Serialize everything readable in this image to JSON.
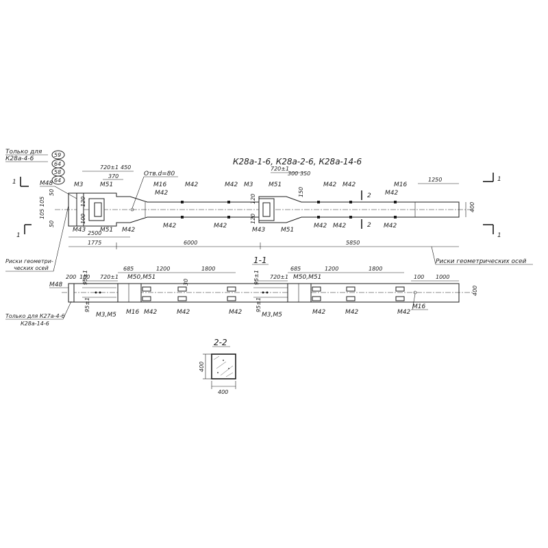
{
  "title": "К28а-1-6, К28а-2-6, К28а-14-6",
  "note_top_left": [
    "Только для",
    "К28а-4-6"
  ],
  "circled_numbers": [
    "59",
    "64",
    "58",
    "64"
  ],
  "section_mark": "1",
  "section_mark_2": "2",
  "section_11_title": "1-1",
  "section_22_title": "2-2",
  "hole_note": "Отв.d=80",
  "note_geom_axes_left": [
    "Риски геометри-",
    "ческих осей"
  ],
  "note_geom_axes_right": "Риски геометрических осей",
  "note_only_bottom": [
    "Только для К27а-4-6",
    "К28а-14-6"
  ],
  "marks": {
    "m48": "М48",
    "m3": "М3",
    "m51": "М51",
    "m16": "М16",
    "m42": "М42",
    "m43": "М43",
    "m50m51": "М50,М51",
    "m3m5": "М3,М5"
  },
  "plan_dims": {
    "d720": "720±1",
    "d450": "450",
    "d370": "370",
    "d300": "300",
    "d350": "350",
    "d1250": "1250",
    "d400": "400",
    "d2500": "2500",
    "d1775": "1775",
    "d6000": "6000",
    "d5850": "5850",
    "d105": "105",
    "d50": "50",
    "d100": "100",
    "d120": "120",
    "d150": "150"
  },
  "elev_dims": {
    "d685": "685",
    "d1200": "1200",
    "d1800": "1800",
    "d720": "720±1",
    "d200": "200",
    "d100": "100",
    "d1000": "1000",
    "d400": "400",
    "d30": "30",
    "d95": "95±1"
  },
  "section_dims": {
    "w": "400",
    "h": "400"
  }
}
